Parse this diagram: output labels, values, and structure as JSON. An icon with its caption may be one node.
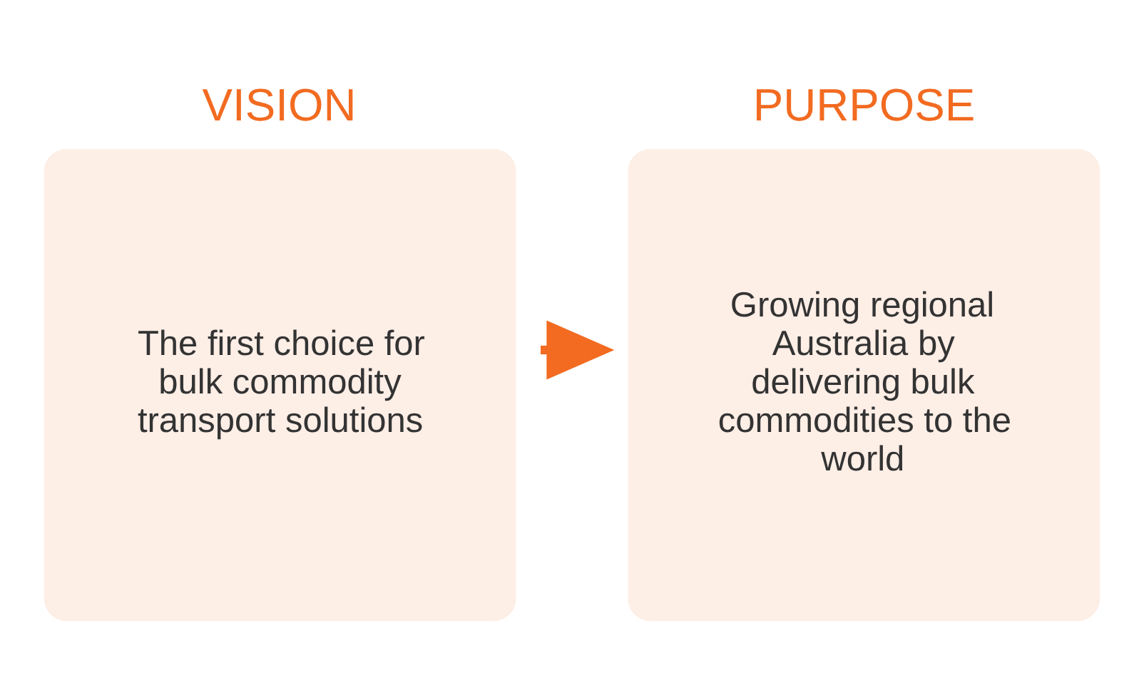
{
  "diagram": {
    "nodes": [
      {
        "text": [
          "VISION",
          "The first choice for bulk commodity transport solutions"
        ]
      },
      {
        "text": [
          "PURPOSE",
          "Growing regional Australia by delivering bulk commodities to the world"
        ]
      }
    ],
    "edges": [
      {
        "from": 0,
        "to": 1,
        "arrow": "to"
      }
    ]
  }
}
